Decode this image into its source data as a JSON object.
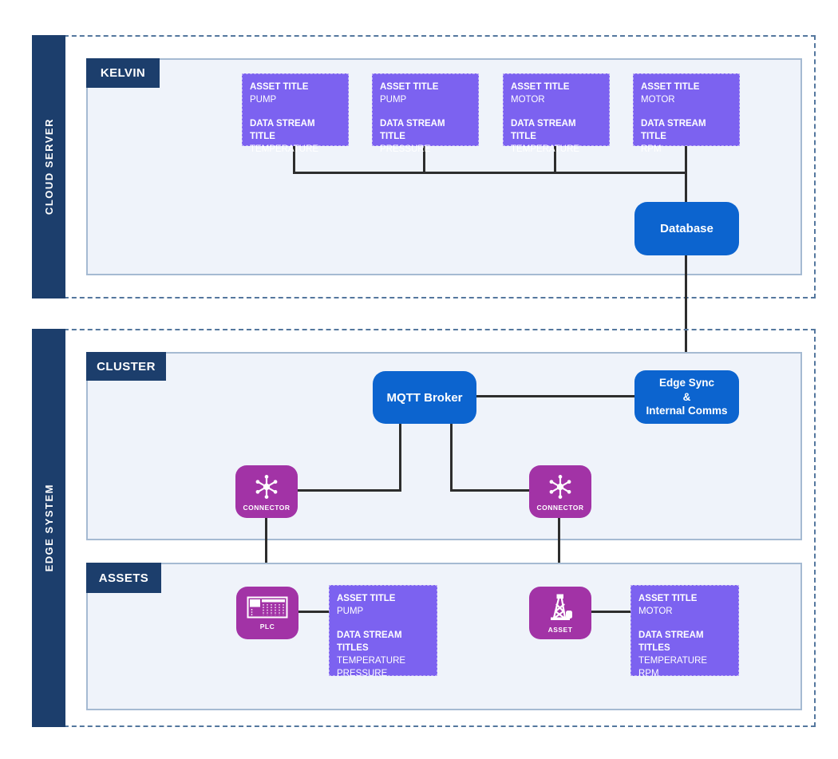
{
  "colors": {
    "navy": "#1c3e6c",
    "bright_blue": "#0c64cf",
    "purple": "#7c62f0",
    "magenta": "#a233a6",
    "panel_fill": "#eff3fa",
    "panel_border": "#a5bad2",
    "dashed_border": "#54779e",
    "wire": "#2d2d2d"
  },
  "cloud_server": {
    "label": "CLOUD SERVER",
    "kelvin": {
      "tab_label": "KELVIN",
      "asset_cards": [
        {
          "title_label": "ASSET TITLE",
          "title_value": "PUMP",
          "stream_label": "DATA STREAM TITLE",
          "stream_value": "TEMPERATURE"
        },
        {
          "title_label": "ASSET TITLE",
          "title_value": "PUMP",
          "stream_label": "DATA STREAM TITLE",
          "stream_value": "PRESSURE"
        },
        {
          "title_label": "ASSET TITLE",
          "title_value": "MOTOR",
          "stream_label": "DATA STREAM TITLE",
          "stream_value": "TEMPERATURE"
        },
        {
          "title_label": "ASSET TITLE",
          "title_value": "MOTOR",
          "stream_label": "DATA STREAM TITLE",
          "stream_value": "RPM"
        }
      ]
    },
    "database_label": "Database"
  },
  "edge_system": {
    "label": "EDGE SYSTEM",
    "cluster": {
      "tab_label": "CLUSTER",
      "mqtt_broker_label": "MQTT Broker",
      "edge_sync": {
        "line1": "Edge Sync",
        "line2": "&",
        "line3": "Internal Comms"
      },
      "connector_left_label": "CONNECTOR",
      "connector_right_label": "CONNECTOR"
    },
    "assets": {
      "tab_label": "ASSETS",
      "plc_label": "PLC",
      "asset_label": "ASSET",
      "asset_cards": [
        {
          "title_label": "ASSET TITLE",
          "title_value": "PUMP",
          "stream_label": "DATA STREAM TITLES",
          "stream_values": [
            "TEMPERATURE",
            "PRESSURE"
          ]
        },
        {
          "title_label": "ASSET TITLE",
          "title_value": "MOTOR",
          "stream_label": "DATA STREAM TITLES",
          "stream_values": [
            "TEMPERATURE",
            "RPM"
          ]
        }
      ]
    }
  }
}
